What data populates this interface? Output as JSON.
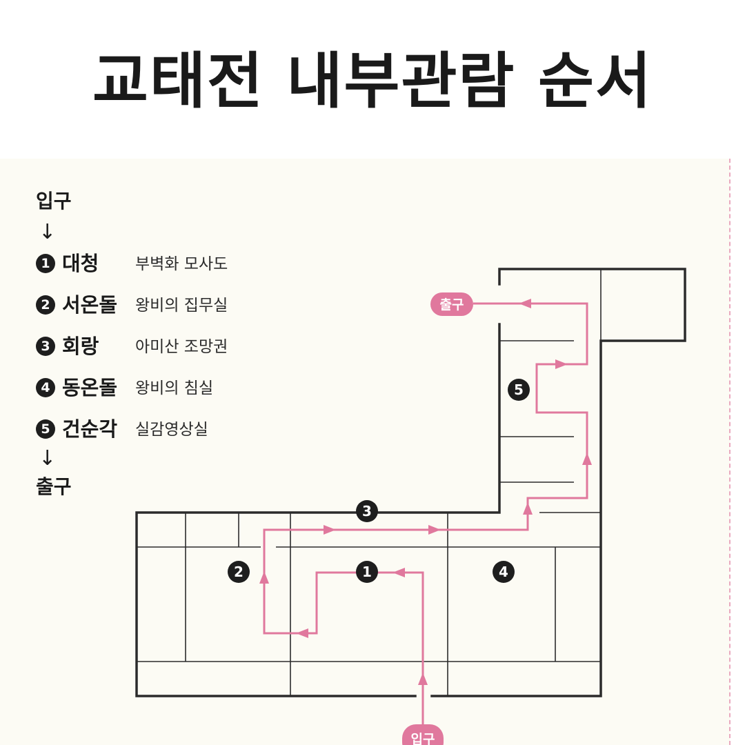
{
  "title": "교태전 내부관람 순서",
  "legend": {
    "entrance": "입구",
    "arrow": "↓",
    "exit": "출구",
    "items": [
      {
        "num": "1",
        "name": "대청",
        "desc": "부벽화 모사도"
      },
      {
        "num": "2",
        "name": "서온돌",
        "desc": "왕비의 집무실"
      },
      {
        "num": "3",
        "name": "회랑",
        "desc": "아미산 조망권"
      },
      {
        "num": "4",
        "name": "동온돌",
        "desc": "왕비의 침실"
      },
      {
        "num": "5",
        "name": "건순각",
        "desc": "실감영상실"
      }
    ]
  },
  "plan": {
    "entrance_label": "입구",
    "exit_label": "출구",
    "markers": [
      "1",
      "2",
      "3",
      "4",
      "5"
    ]
  },
  "colors": {
    "route": "#e0789d",
    "walls": "#2b2b2b",
    "panel_bg": "#fcfbf4"
  }
}
